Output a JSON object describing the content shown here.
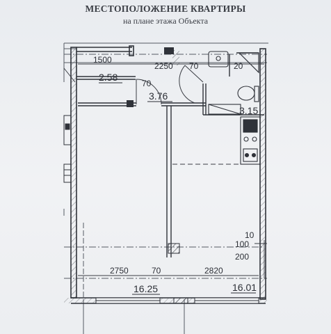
{
  "header": {
    "title": "МЕСТОПОЛОЖЕНИЕ КВАРТИРЫ",
    "subtitle": "на плане этажа Объекта"
  },
  "plan": {
    "dimensions": [
      "1500",
      "2250",
      "70",
      "20",
      "70",
      "2750",
      "70",
      "2820",
      "10",
      "100",
      "200"
    ],
    "room_areas": [
      "2.58",
      "3.76",
      "3.15",
      "16.25",
      "16.01"
    ]
  }
}
